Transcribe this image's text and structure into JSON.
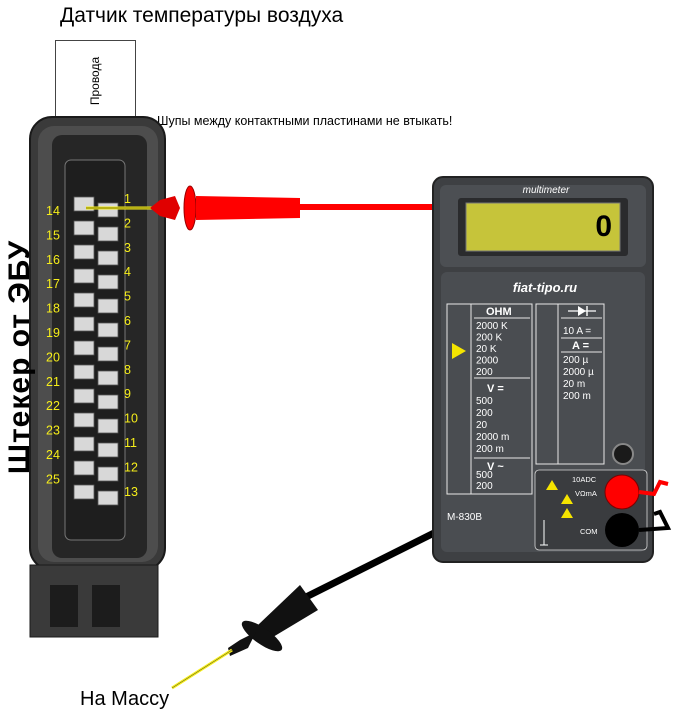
{
  "title": "Датчик температуры воздуха",
  "wires_label": "Провода",
  "warning": "Шупы между контактными пластинами не втыкать!",
  "side_label": "Штекер от ЭБУ",
  "ground_label": "На Массу",
  "connector": {
    "left_pins": [
      "14",
      "15",
      "16",
      "17",
      "18",
      "19",
      "20",
      "21",
      "22",
      "23",
      "24",
      "25"
    ],
    "right_pins": [
      "1",
      "2",
      "3",
      "4",
      "5",
      "6",
      "7",
      "8",
      "9",
      "10",
      "11",
      "12",
      "13"
    ]
  },
  "multimeter": {
    "brand": "multimeter",
    "site": "fiat-tipo.ru",
    "model": "M-830B",
    "display_value": "0",
    "ohm_header": "OHM",
    "ohm_ranges": [
      "2000 K",
      "200 K",
      "20 K",
      "2000",
      "200"
    ],
    "dcv_header": "V =",
    "dcv_ranges": [
      "500",
      "200",
      "20",
      "2000 m",
      "200 m"
    ],
    "acv_header": "V ~",
    "acv_ranges": [
      "500",
      "200"
    ],
    "hfe_label": "10 A =",
    "dca_header": "A =",
    "dca_ranges": [
      "200 µ",
      "2000 µ",
      "20 m",
      "200 m"
    ],
    "jack_10a": "10ADC",
    "jack_vma": "VΩmA",
    "jack_com": "COM",
    "selected_range": "20 K"
  },
  "colors": {
    "probe_red": "#ff0000",
    "probe_black": "#000000",
    "pin_labels": "#f6ee1a",
    "body": "#3e4043",
    "lcd": "#c6c43a"
  }
}
